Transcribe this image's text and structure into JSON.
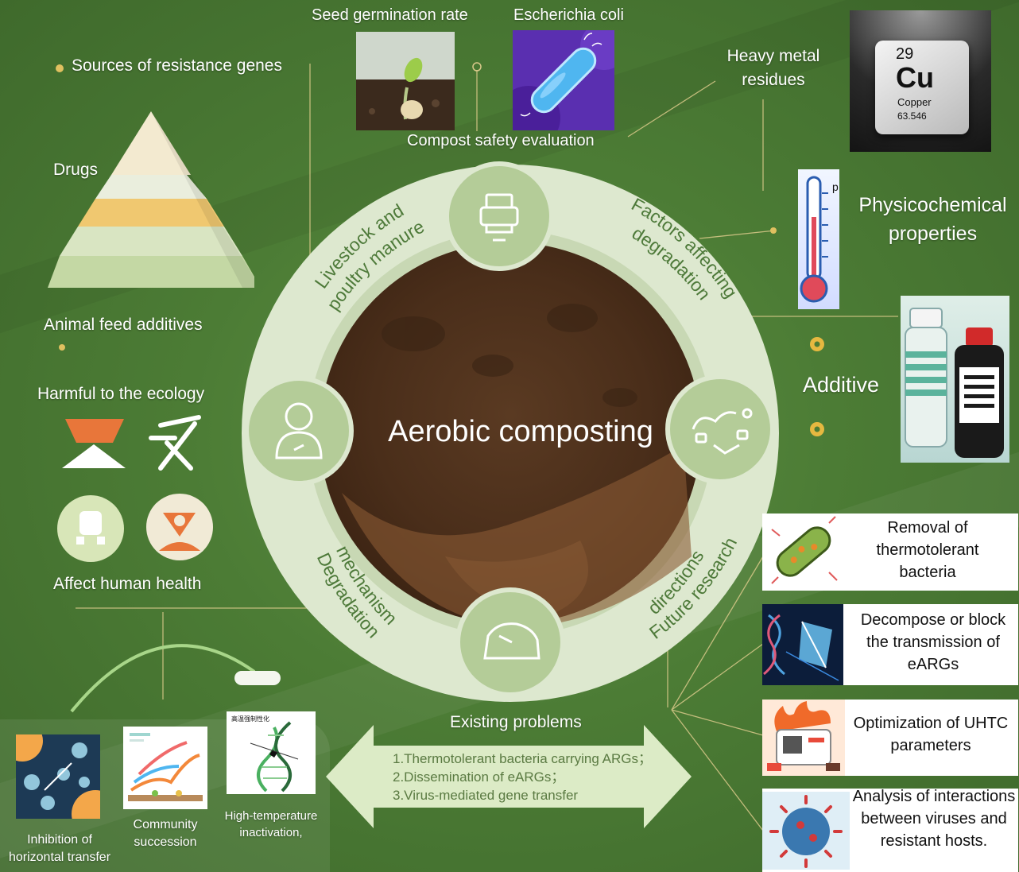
{
  "center": {
    "title": "Aerobic composting"
  },
  "ring": {
    "arc_labels": {
      "manure": [
        "Livestock and",
        "poultry manure"
      ],
      "factors": [
        "Factors affecting",
        "degradation"
      ],
      "future": [
        "Future research",
        "directions"
      ],
      "mechanism": [
        "Degradation",
        "mechanism"
      ]
    }
  },
  "top": {
    "seed_label": "Seed germination rate",
    "ecoli_label": "Escherichia coli",
    "safety_label": "Compost safety evaluation",
    "heavy_metal_label": "Heavy metal residues",
    "copper": {
      "number": "29",
      "symbol": "Cu",
      "name": "Copper",
      "mass": "63.546"
    }
  },
  "left": {
    "sources_label": "Sources of resistance genes",
    "drugs_label": "Drugs",
    "feed_label": "Animal feed additives",
    "ecology_label": "Harmful to the ecology",
    "health_label": "Affect human health"
  },
  "right": {
    "physchem_label": "Physicochemical properties",
    "additive_label": "Additive",
    "thermometer_letter": "p"
  },
  "future_items": [
    "Removal of thermotolerant bacteria",
    "Decompose or block the transmission of eARGs",
    "Optimization of UHTC parameters",
    "Analysis of interactions between viruses and resistant hosts."
  ],
  "bottom": {
    "problems_title": "Existing problems",
    "problems": [
      "1.Thermotolerant bacteria carrying ARGs；",
      "2.Dissemination of eARGs；",
      "3.Virus-mediated gene transfer"
    ],
    "inhibition_label": "Inhibition of horizontal transfer",
    "community_label": "Community succession",
    "highT_label": "High-temperature inactivation,",
    "highT_caption": "高温强制性化"
  }
}
